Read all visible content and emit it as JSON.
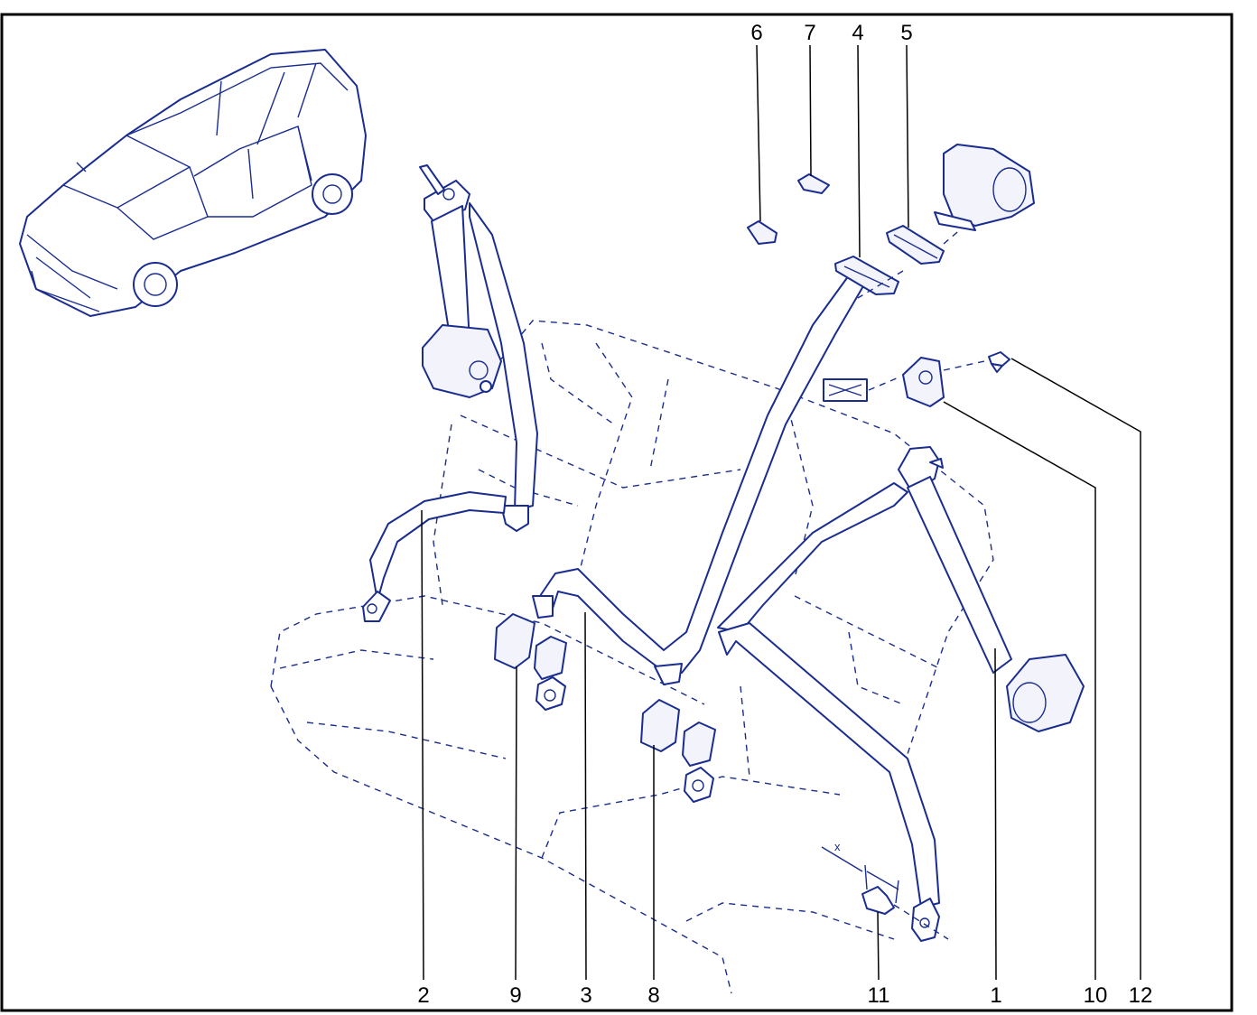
{
  "diagram": {
    "callouts": [
      "1",
      "2",
      "3",
      "4",
      "5",
      "6",
      "7",
      "8",
      "9",
      "10",
      "11",
      "12"
    ],
    "dimension_label": "x"
  }
}
